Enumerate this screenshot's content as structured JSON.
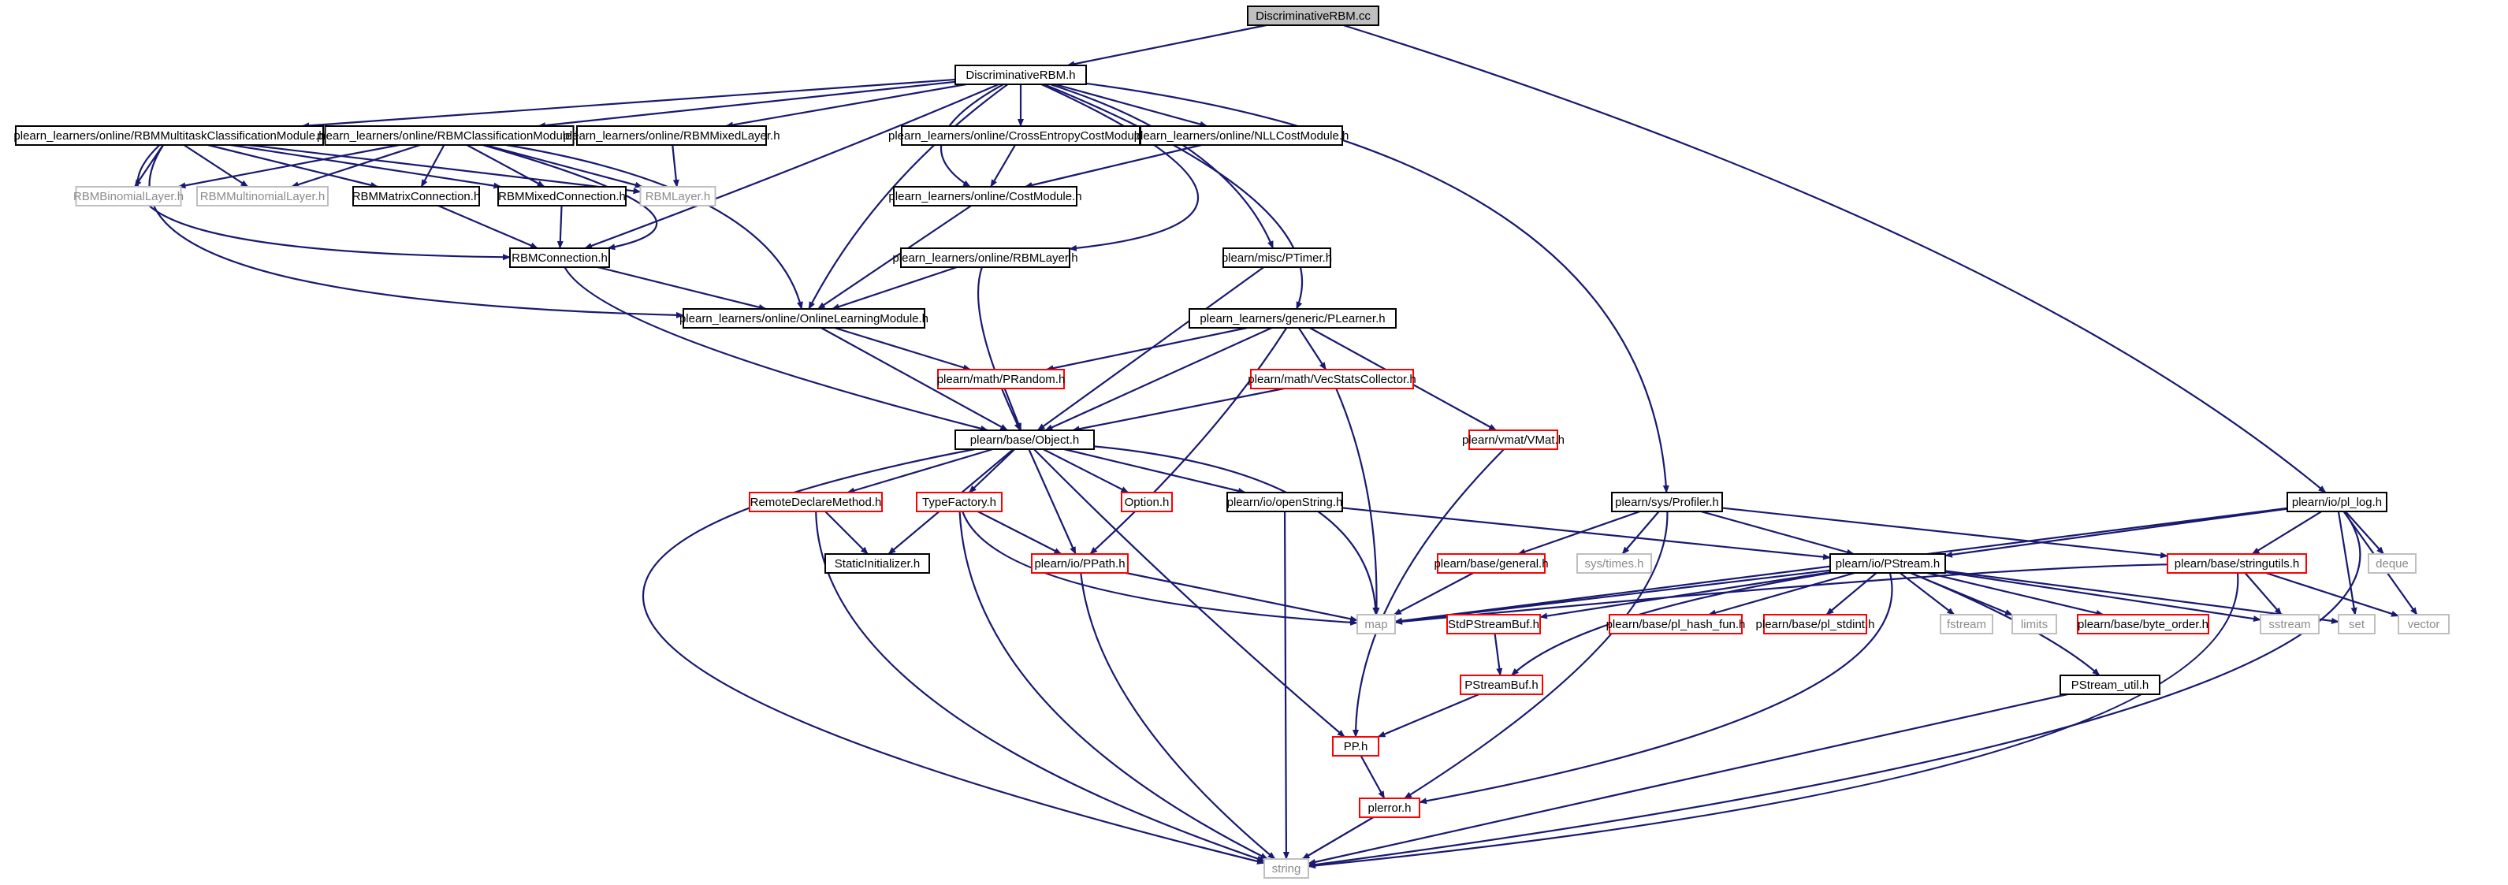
{
  "colors": {
    "edge": "#191970",
    "root_fill": "#bfbfbf",
    "missing_border": "#ff0000",
    "system_border": "#bfbfbf"
  },
  "nodes": {
    "n0": "DiscriminativeRBM.cc",
    "n1": "DiscriminativeRBM.h",
    "n2": "plearn_learners/online/RBMMultitaskClassificationModule.h",
    "n3": "plearn_learners/online/RBMClassificationModule.h",
    "n4": "plearn_learners/online/RBMMixedLayer.h",
    "n5": "plearn_learners/online/CrossEntropyCostModule.h",
    "n6": "plearn_learners/online/NLLCostModule.h",
    "n7": "RBMBinomialLayer.h",
    "n8": "RBMMultinomialLayer.h",
    "n9": "RBMMatrixConnection.h",
    "n10": "RBMMixedConnection.h",
    "n11": "RBMLayer.h",
    "n12": "plearn_learners/online/CostModule.h",
    "n13": "RBMConnection.h",
    "n14": "plearn_learners/online/RBMLayer.h",
    "n15": "plearn/misc/PTimer.h",
    "n16": "plearn_learners/online/OnlineLearningModule.h",
    "n17": "plearn_learners/generic/PLearner.h",
    "n18": "plearn/math/PRandom.h",
    "n19": "plearn/math/VecStatsCollector.h",
    "n20": "plearn/base/Object.h",
    "n21": "plearn/vmat/VMat.h",
    "n22": "plearn/sys/Profiler.h",
    "n23": "plearn/io/pl_log.h",
    "n24": "RemoteDeclareMethod.h",
    "n25": "TypeFactory.h",
    "n26": "Option.h",
    "n27": "plearn/io/openString.h",
    "n28": "StaticInitializer.h",
    "n29": "plearn/io/PPath.h",
    "n30": "plearn/base/general.h",
    "n31": "sys/times.h",
    "n32": "plearn/io/PStream.h",
    "n33": "plearn/base/stringutils.h",
    "n34": "deque",
    "n35": "map",
    "n36": "StdPStreamBuf.h",
    "n37": "plearn/base/pl_hash_fun.h",
    "n38": "plearn/base/pl_stdint.h",
    "n39": "fstream",
    "n40": "limits",
    "n41": "plearn/base/byte_order.h",
    "n42": "sstream",
    "n43": "set",
    "n44": "vector",
    "n45": "PStreamBuf.h",
    "n46": "PStream_util.h",
    "n47": "PP.h",
    "n48": "plerror.h",
    "n49": "string"
  }
}
